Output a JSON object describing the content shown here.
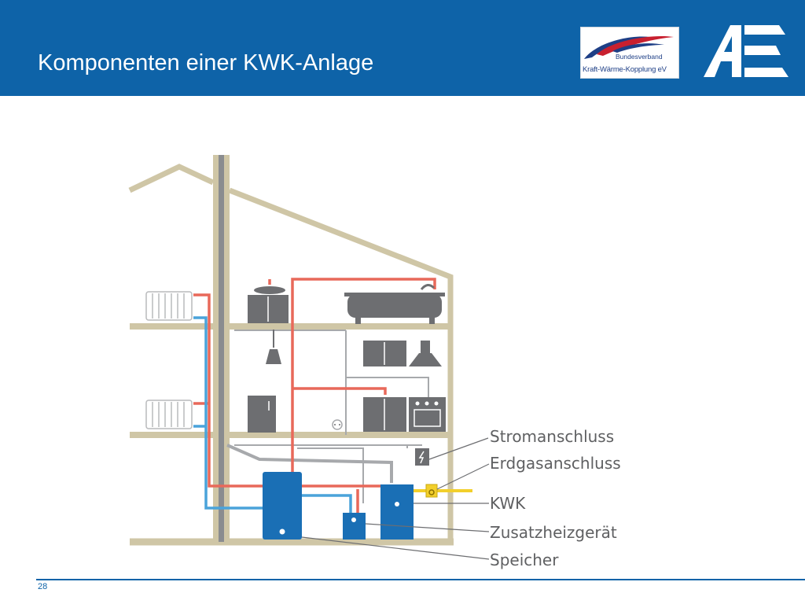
{
  "slide": {
    "title": "Komponenten einer KWK-Anlage",
    "page_number": "28"
  },
  "logos": {
    "bkwk": {
      "line1": "Bundesverband",
      "line2": "Kraft-Wärme-Kopplung eV"
    },
    "ae": {
      "icon": "ae-logo-icon"
    }
  },
  "diagram": {
    "labels": {
      "stromanschluss": "Stromanschluss",
      "erdgasanschluss": "Erdgasanschluss",
      "kwk": "KWK",
      "zusatzheizgeraet": "Zusatzheizgerät",
      "speicher": "Speicher"
    }
  },
  "colors": {
    "brand_blue": "#0e63a8",
    "house_outline": "#cfc6a6",
    "hot_pipe": "#e8695a",
    "cold_pipe": "#4aa3da",
    "gas_pipe": "#f2cf2b",
    "appliance_grey": "#6d6e71",
    "device_blue": "#1a6fb5"
  }
}
